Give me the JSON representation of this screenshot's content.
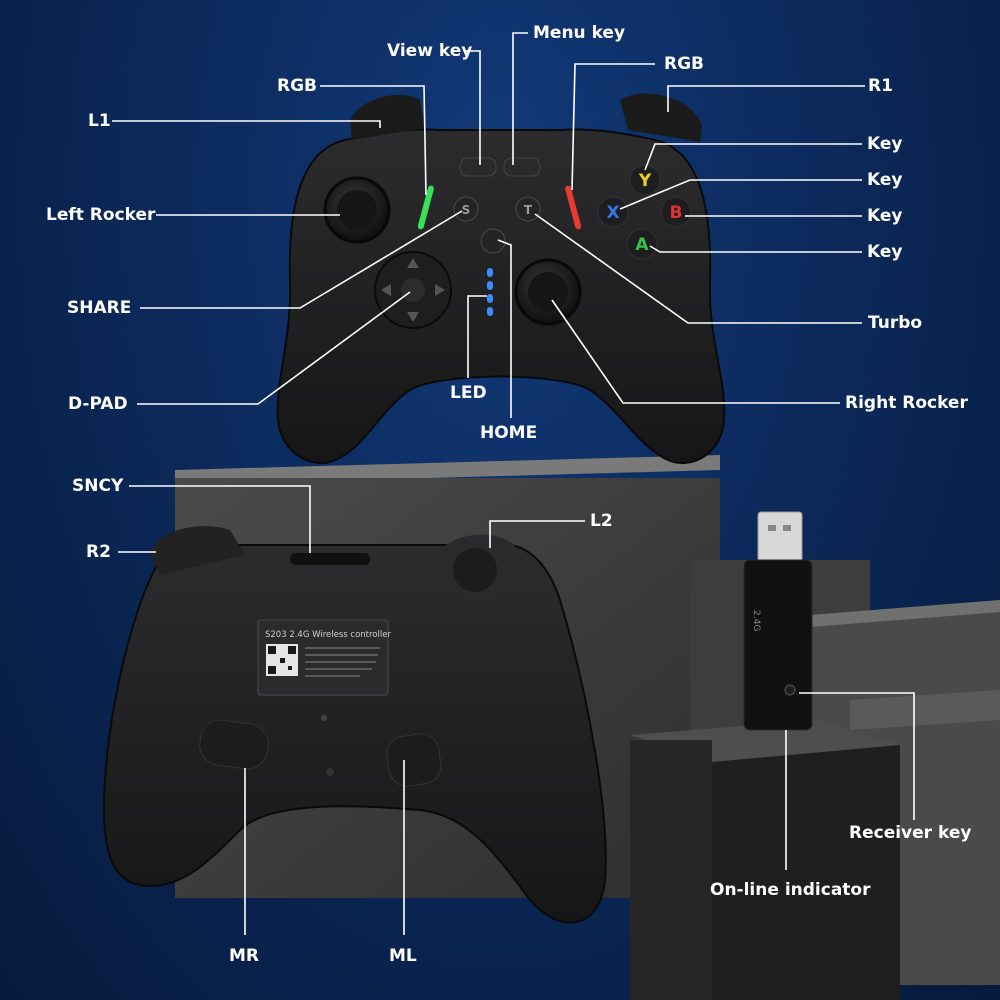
{
  "labels": {
    "l1": "L1",
    "rgb_left": "RGB",
    "view_key": "View key",
    "menu_key": "Menu key",
    "rgb_right": "RGB",
    "r1": "R1",
    "left_rocker": "Left Rocker",
    "share": "SHARE",
    "dpad": "D-PAD",
    "led": "LED",
    "home": "HOME",
    "key_y": "Key",
    "key_x": "Key",
    "key_b": "Key",
    "key_a": "Key",
    "turbo": "Turbo",
    "right_rocker": "Right Rocker",
    "sncy": "SNCY",
    "r2": "R2",
    "l2": "L2",
    "mr": "MR",
    "ml": "ML",
    "receiver_key": "Receiver key",
    "online_indicator": "On-line indicator"
  },
  "buttons": {
    "y": "Y",
    "x": "X",
    "b": "B",
    "a": "A",
    "share_glyph": "S",
    "turbo_glyph": "T"
  },
  "back_sticker": {
    "title": "S203 2.4G Wireless controller"
  },
  "receiver": {
    "print": "2.4G"
  },
  "colors": {
    "y": "#e8d21c",
    "x": "#2f78e8",
    "b": "#e03232",
    "a": "#35c24a",
    "rgb_left": "#3be05a",
    "rgb_right": "#e83a2e",
    "led": "#3a8cff"
  }
}
